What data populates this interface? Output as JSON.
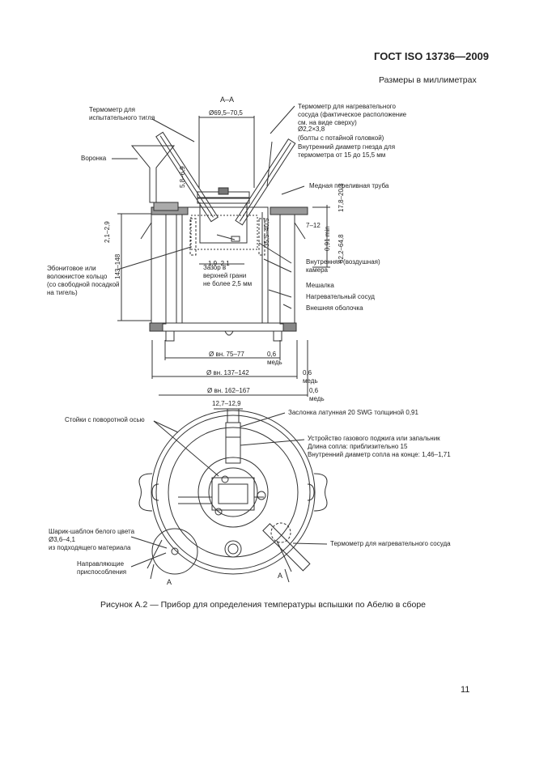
{
  "header": {
    "standard": "ГОСТ ISO 13736—2009",
    "units_note": "Размеры в миллиметрах"
  },
  "section_label": "А–А",
  "section_markers": [
    "А",
    "А"
  ],
  "top_view": {
    "labels": {
      "crucible_thermometer": "Термометр для\nиспытательного тигля",
      "funnel": "Воронка",
      "vessel_thermometer": "Термометр для нагревательного\nсосуда (фактическое расположение\nсм. на виде сверху)",
      "bolts": "(болты с потайной головкой)",
      "nest_diameter": "Внутренний диаметр гнезда для\nтермометра от 15 до 15,5 мм",
      "overflow_pipe": "Медная переливная труба",
      "ebonite_ring": "Эбонитовое или\nволокнистое кольцо\n(со свободной посадкой\nна тигель)",
      "gap": "Зазор в\nверхней грани\nне более 2,5 мм",
      "inner_chamber": "Внутренняя (воздушная)\nкамера",
      "stirrer": "Мешалка",
      "heating_vessel": "Нагревательный сосуд",
      "outer_shell": "Внешняя оболочка"
    },
    "dims": {
      "d_top": "Ø69,5–70,5",
      "bolt": "Ø2,2×3,8",
      "d_5869": "5,8–6,9",
      "d_2129": "2,1–2,9",
      "d_143148": "143–148",
      "d_1921": "1,9–2,1",
      "d_355405": "35,5–40,5",
      "d_712": "7–12",
      "d_091": "0,91 min",
      "d_178203": "17,8–20,3",
      "d_622648": "62,2–64,8",
      "d_inner": "Ø вн. 75–77",
      "d_mid": "Ø вн. 137–142",
      "d_outer": "Ø вн. 162–167",
      "d_06a": "0,6",
      "d_06b": "0,6",
      "d_06c": "0,6",
      "copper_a": "медь",
      "copper_b": "медь",
      "copper_c": "медь"
    }
  },
  "plan_view": {
    "dims": {
      "d_127129": "12,7–12,9"
    },
    "labels": {
      "pivot_posts": "Стойки с поворотной осью",
      "brass_shutter": "Заслонка латунная 20 SWG толщиной 0,91",
      "igniter": "Устройство газового поджига или запальник",
      "nozzle_len": "Длина сопла: приблизительно 15",
      "nozzle_diam": "Внутренний диаметр сопла на конце: 1,46–1,71",
      "ball_template": "Шарик-шаблон белого цвета",
      "ball_diam": "Ø3,6–4,1",
      "ball_material": "из подходящего материала",
      "plan_thermometer": "Термометр для нагревательного сосуда",
      "guides": "Направляющие\nприспособления"
    }
  },
  "caption": "Рисунок А.2 — Прибор для определения температуры вспышки по Абелю в сборе",
  "page_number": "11"
}
